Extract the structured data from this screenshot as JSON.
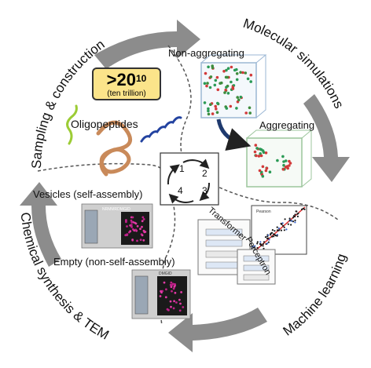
{
  "outer_labels": {
    "top_left": "Sampling & construction",
    "top_right": "Molecular simulations",
    "bottom_right": "Machine learning",
    "bottom_left": "Chemical synthesis & TEM"
  },
  "sampling": {
    "count_base": ">20",
    "count_exp": "10",
    "count_note": "(ten trillion)",
    "oligopeptides_label": "Oligopeptides"
  },
  "simulations": {
    "non_aggregating_label": "Non-aggregating",
    "aggregating_label": "Aggregating"
  },
  "cycle": {
    "steps": [
      "1",
      "2",
      "3",
      "4"
    ]
  },
  "ml": {
    "transformer_label": "Transformer",
    "perceptron_label": "Perceptron",
    "plot_label": "Pearson"
  },
  "synthesis": {
    "vesicles_label": "Vesicles (self-assembly)",
    "empty_label": "Empty (non-self-assembly)",
    "vesicle_sequence": "NRMMRDMGID",
    "empty_sequence": "DMGID"
  },
  "colors": {
    "arrow_gray": "#8c8c8c",
    "badge_fill": "#fbe48a",
    "sim_box_border": "#9bb7d4",
    "agg_box_border": "#9cc59c",
    "dark_arrow": "#1f3a6e"
  }
}
